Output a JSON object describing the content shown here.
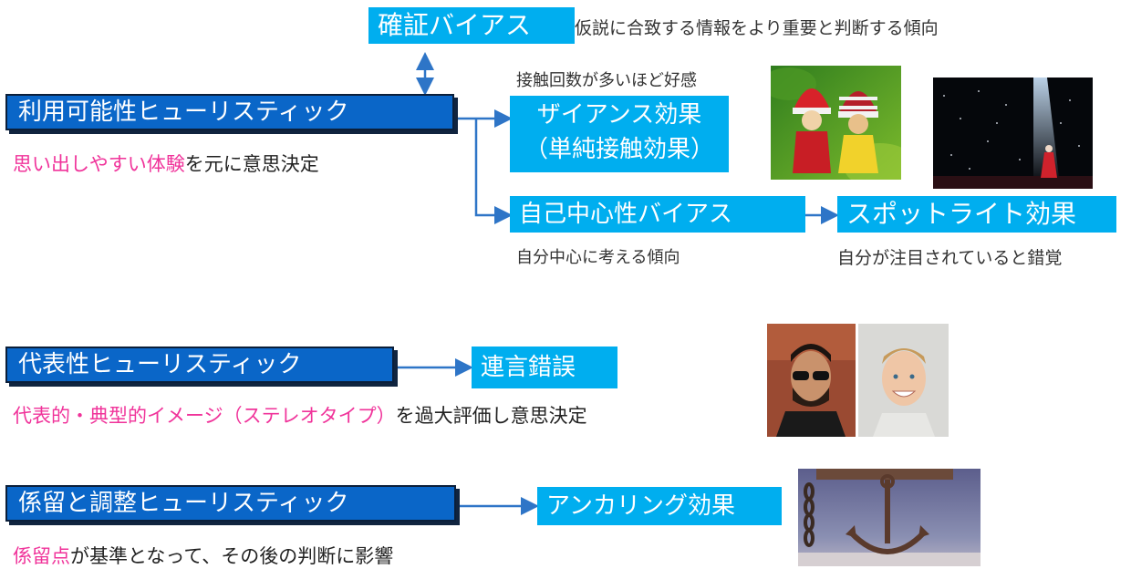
{
  "confirmation": {
    "label": "確証バイアス",
    "desc": "仮説に合致する情報をより重要と判断する傾向"
  },
  "availability": {
    "label": "利用可能性ヒューリスティック",
    "desc_highlight": "思い出しやすい体験",
    "desc_rest": "を元に意思決定"
  },
  "zajonc": {
    "note": "接触回数が多いほど好感",
    "line1": "ザイアンス効果",
    "line2": "（単純接触効果）"
  },
  "egocentric": {
    "label": "自己中心性バイアス",
    "desc": "自分中心に考える傾向"
  },
  "spotlight": {
    "label": "スポットライト効果",
    "desc": "自分が注目されていると錯覚"
  },
  "representativeness": {
    "label": "代表性ヒューリスティック",
    "desc_highlight": "代表的・典型的イメージ（ステレオタイプ）",
    "desc_rest": "を過大評価し意思決定"
  },
  "illusory": {
    "label": "連言錯誤"
  },
  "anchoring_heuristic": {
    "label": "係留と調整ヒューリスティック",
    "desc_highlight": "係留点",
    "desc_rest": "が基準となって、その後の判断に影響"
  },
  "anchoring_effect": {
    "label": "アンカリング効果"
  },
  "colors": {
    "heuristic_box": "#0a66c8",
    "effect_box": "#00aeef",
    "highlight_text": "#f0339a",
    "connector": "#2e75c7"
  }
}
